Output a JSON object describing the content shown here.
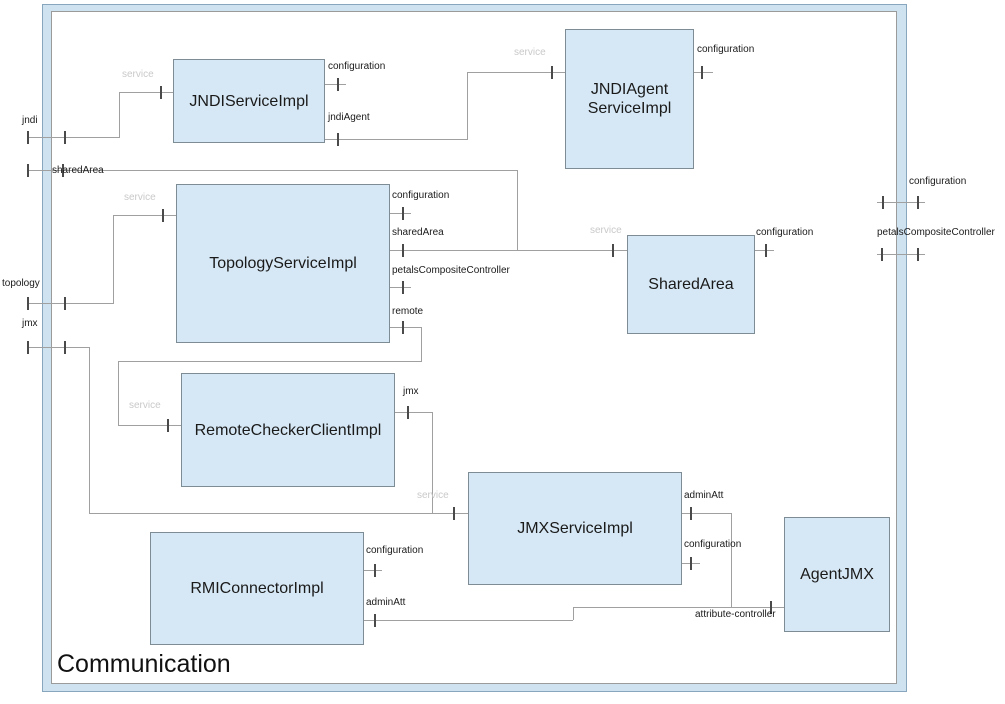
{
  "diagram": {
    "composite_name": "Communication",
    "colors": {
      "component_fill": "#d6e8f5",
      "component_border": "#7e8c96",
      "frame_band_fill": "#cfe2f0",
      "frame_outer_border": "#89a6bf",
      "frame_inner_border": "#9b9b9b",
      "wire": "#a0a0a0",
      "tick": "#4a4a4a",
      "service_label": "#c9c9c9",
      "label": "#1a1a1a"
    },
    "components": [
      {
        "label": "JNDIServiceImpl",
        "ports": [
          {
            "name": "service"
          },
          {
            "name": "configuration"
          },
          {
            "name": "jndiAgent"
          }
        ]
      },
      {
        "label_lines": [
          "JNDIAgent",
          "ServiceImpl"
        ],
        "ports": [
          {
            "name": "service"
          },
          {
            "name": "configuration"
          }
        ]
      },
      {
        "label": "TopologyServiceImpl",
        "ports": [
          {
            "name": "service"
          },
          {
            "name": "configuration"
          },
          {
            "name": "sharedArea"
          },
          {
            "name": "petalsCompositeController"
          },
          {
            "name": "remote"
          }
        ]
      },
      {
        "label": "SharedArea",
        "ports": [
          {
            "name": "service"
          },
          {
            "name": "configuration"
          }
        ]
      },
      {
        "label": "RemoteCheckerClientImpl",
        "ports": [
          {
            "name": "service"
          },
          {
            "name": "jmx"
          }
        ]
      },
      {
        "label": "JMXServiceImpl",
        "ports": [
          {
            "name": "service"
          },
          {
            "name": "adminAtt"
          },
          {
            "name": "configuration"
          }
        ]
      },
      {
        "label": "RMIConnectorImpl",
        "ports": [
          {
            "name": "configuration"
          },
          {
            "name": "adminAtt"
          }
        ]
      },
      {
        "label": "AgentJMX",
        "ports": [
          {
            "name": "attribute-controller"
          }
        ]
      }
    ],
    "external_ports": {
      "left": [
        {
          "name": "jndi"
        },
        {
          "name": "sharedArea"
        },
        {
          "name": "topology"
        },
        {
          "name": "jmx"
        }
      ],
      "right": [
        {
          "name": "configuration"
        },
        {
          "name": "petalsCompositeController"
        }
      ]
    }
  }
}
